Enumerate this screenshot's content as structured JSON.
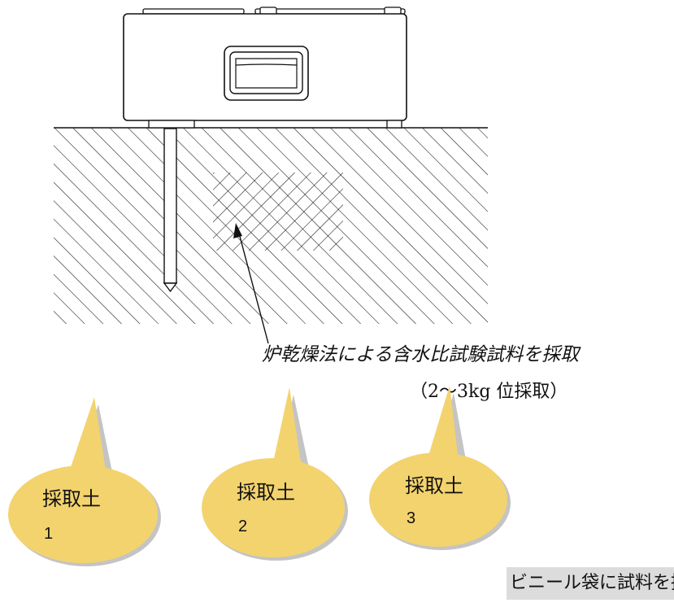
{
  "annotation": {
    "sampling_note": "炉乾燥法による含水比試験試料を採取",
    "amount_note": "（2～3kg 位採取）"
  },
  "bubbles": [
    {
      "title": "採取土",
      "number": "1"
    },
    {
      "title": "採取土",
      "number": "2"
    },
    {
      "title": "採取土",
      "number": "3"
    }
  ],
  "caption": "ビニール袋に試料を採取",
  "colors": {
    "bubble_fill": "#f3d36e",
    "bubble_shadow": "#c4c4c4",
    "caption_bg": "#dcdcdc",
    "line": "#111111"
  }
}
